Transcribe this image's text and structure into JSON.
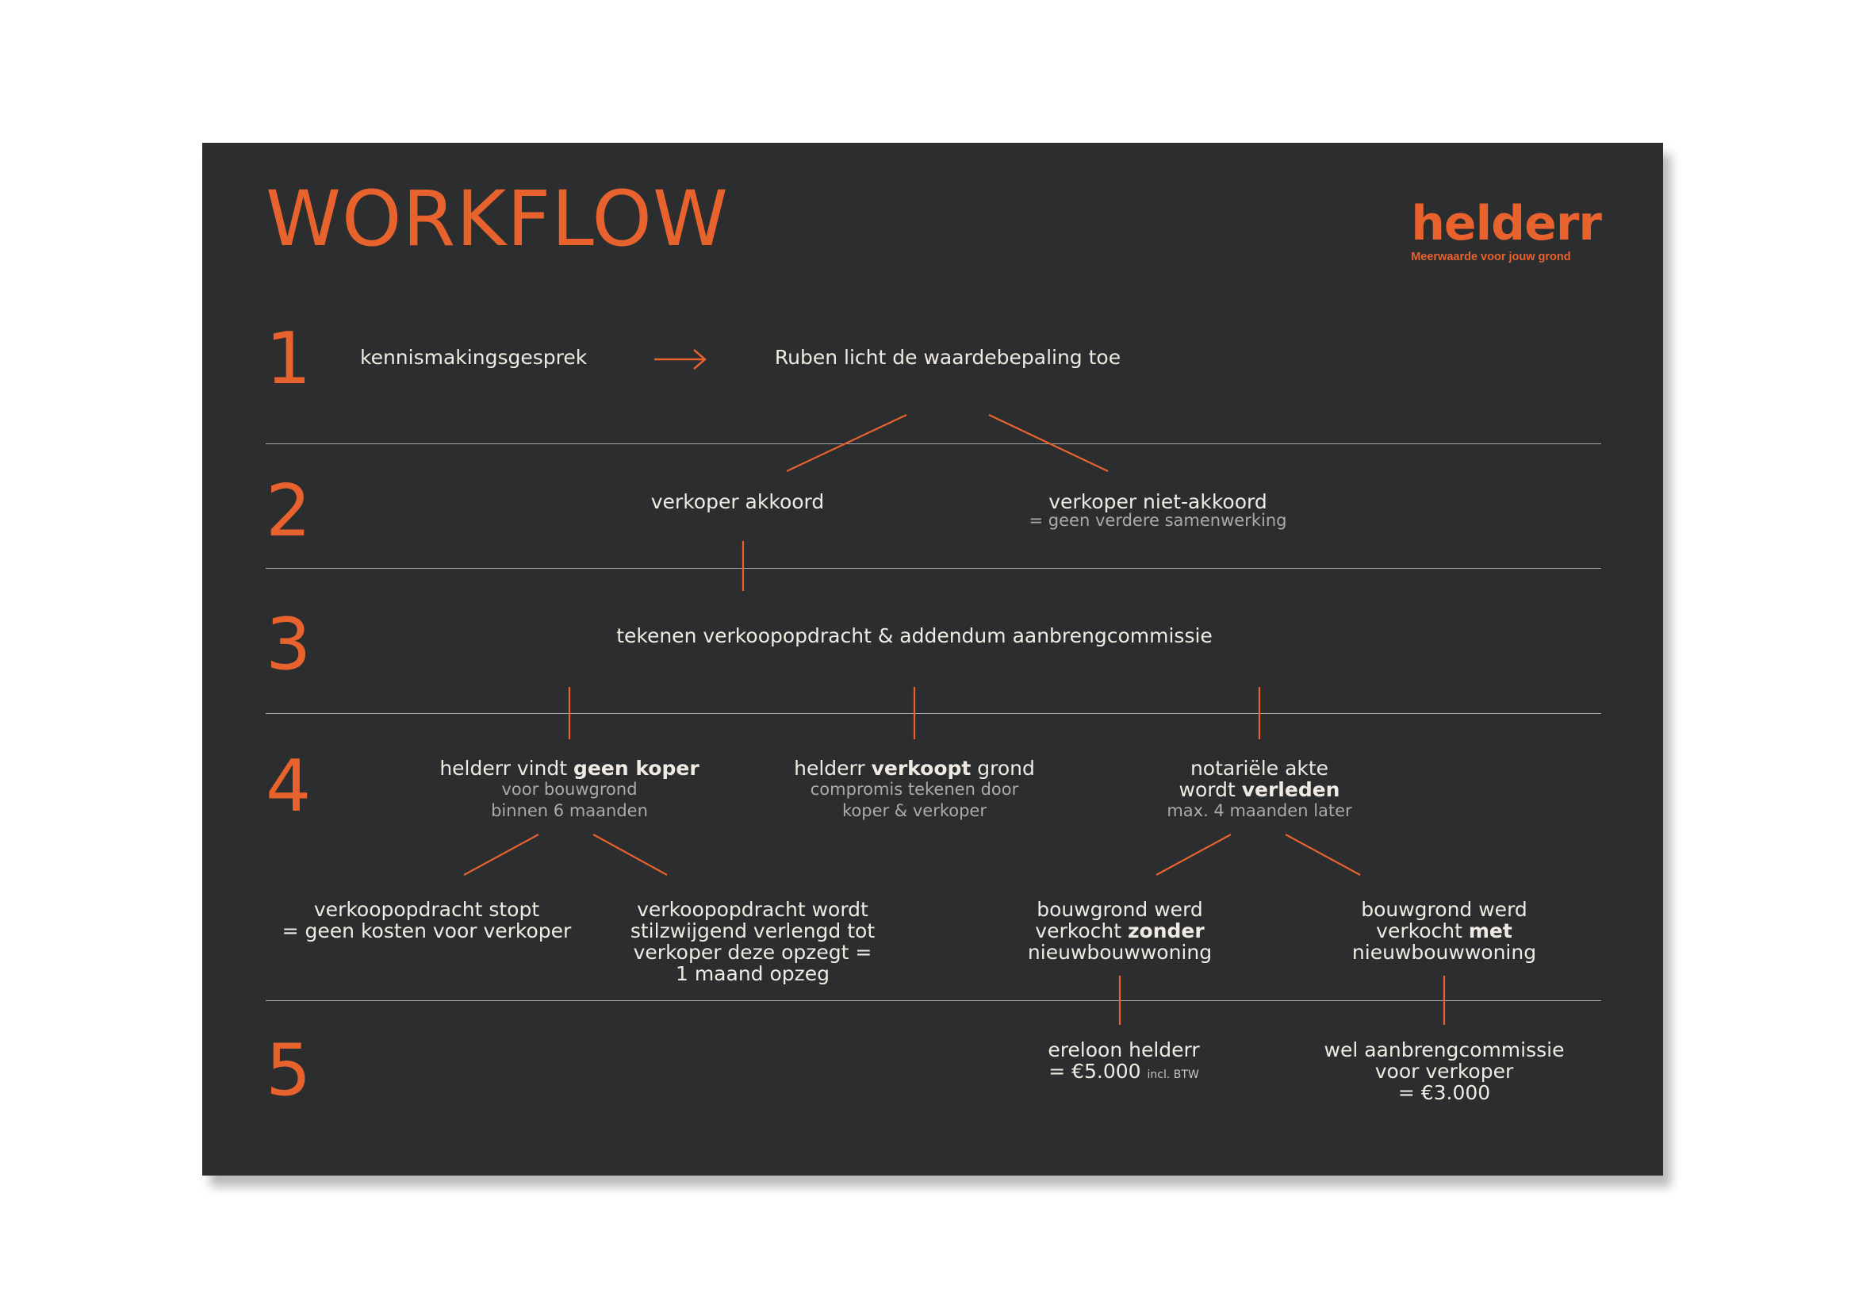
{
  "title": "WORKFLOW",
  "logo": {
    "name": "helderr",
    "tagline": "Meerwaarde voor jouw grond"
  },
  "colors": {
    "background": "#2b2d2f",
    "accent": "#e8622e",
    "text": "#f0ebe2",
    "muted": "#a9aaab",
    "divider": "#a6a7a8"
  },
  "steps": [
    "1",
    "2",
    "3",
    "4",
    "5"
  ],
  "row1": {
    "intro": "kennismakingsgesprek",
    "arrow_icon": "arrow-right-icon",
    "valuation": "Ruben licht de waardebepaling toe"
  },
  "row2": {
    "agree": "verkoper akkoord",
    "disagree": "verkoper niet-akkoord",
    "disagree_note": "= geen verdere samenwerking"
  },
  "row3": {
    "sign": "tekenen verkoopopdracht & addendum aanbrengcommissie"
  },
  "row4": {
    "no_buyer": {
      "pre": "helderr vindt ",
      "bold": "geen koper",
      "line2": "voor bouwgrond",
      "line3": "binnen 6 maanden"
    },
    "sells": {
      "pre": "helderr ",
      "bold": "verkoopt",
      "post": " grond",
      "line2": "compromis tekenen door",
      "line3": "koper & verkoper"
    },
    "deed": {
      "line1": "notariële akte",
      "pre2": "wordt ",
      "bold2": "verleden",
      "line3": "max. 4 maanden later"
    },
    "stop": {
      "line1": "verkoopopdracht stopt",
      "line2": "= geen kosten voor verkoper"
    },
    "extend": {
      "line1": "verkoopopdracht wordt",
      "line2": "stilzwijgend verlengd tot",
      "line3": "verkoper deze opzegt =",
      "line4": "1 maand opzeg"
    },
    "without": {
      "line1": "bouwgrond werd",
      "pre2": "verkocht ",
      "bold2": "zonder",
      "line3": "nieuwbouwwoning"
    },
    "with": {
      "line1": "bouwgrond werd",
      "pre2": "verkocht ",
      "bold2": "met",
      "line3": "nieuwbouwwoning"
    }
  },
  "row5": {
    "fee": {
      "line1": "ereloon helderr",
      "line2": "= €5.000",
      "note": "incl. BTW"
    },
    "commission": {
      "line1": "wel aanbrengcommissie",
      "line2": "voor verkoper",
      "line3": "= €3.000"
    }
  }
}
